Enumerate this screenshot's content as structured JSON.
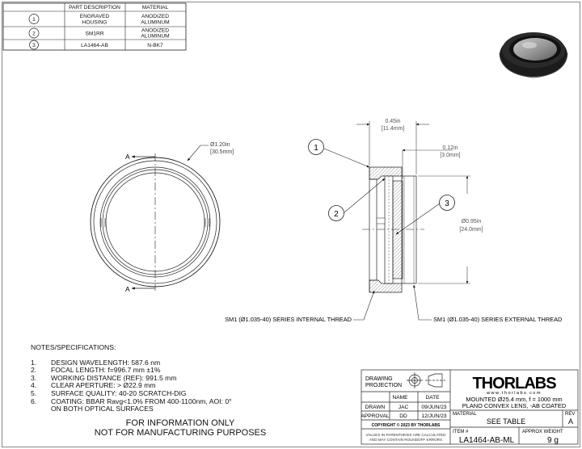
{
  "parts_table": {
    "headers": [
      "PART DESCRIPTION",
      "MATERIAL"
    ],
    "rows": [
      {
        "num": "1",
        "desc": [
          "ENGRAVED",
          "HOUSING"
        ],
        "mat": [
          "ANODIZED",
          "ALUMINUM"
        ]
      },
      {
        "num": "2",
        "desc": [
          "SM1RR"
        ],
        "mat": [
          "ANODIZED",
          "ALUMINUM"
        ]
      },
      {
        "num": "3",
        "desc": [
          "LA1464-AB"
        ],
        "mat": [
          "N-BK7"
        ]
      }
    ]
  },
  "front_view": {
    "dim_in": "Ø1.20in",
    "dim_mm": "[30.5mm]",
    "section_label": "A"
  },
  "section_view": {
    "overall_in": "0.45in",
    "overall_mm": "[11.4mm]",
    "lens_in": "0.12in",
    "lens_mm": "[3.0mm]",
    "dia_in": "Ø0.95in",
    "dia_mm": "[24.0mm]",
    "balloons": [
      "1",
      "2",
      "3"
    ],
    "internal_thread": "SM1 (Ø1.035-40) SERIES INTERNAL THREAD",
    "external_thread": "SM1 (Ø1.035-40) SERIES EXTERNAL THREAD"
  },
  "notes": {
    "title": "NOTES/SPECIFICATIONS:",
    "items": [
      {
        "num": "1.",
        "text": "DESIGN WAVELENGTH: 587.6 nm"
      },
      {
        "num": "2.",
        "text": "FOCAL LENGTH: f=996.7 mm ±1%"
      },
      {
        "num": "3.",
        "text": "WORKING DISTANCE (REF): 991.5 mm"
      },
      {
        "num": "4.",
        "text": "CLEAR APERTURE: > Ø22.9 mm"
      },
      {
        "num": "5.",
        "text": "SURFACE QUALITY: 40-20 SCRATCH-DIG"
      },
      {
        "num": "6.",
        "text": "COATING: BBAR Ravg<1.0% FROM 400-1100nm, AOI: 0°"
      },
      {
        "num": "",
        "text": "ON BOTH OPTICAL SURFACES"
      }
    ]
  },
  "info": [
    "FOR INFORMATION ONLY",
    "NOT FOR MANUFACTURING PURPOSES"
  ],
  "title_block": {
    "drawing_projection": [
      "DRAWING",
      "PROJECTION"
    ],
    "logo": "THORLABS",
    "website": "www.thorlabs.com",
    "name_header": "NAME",
    "date_header": "DATE",
    "drawn_label": "DRAWN",
    "drawn_name": "JAC",
    "drawn_date": "09/JUN/23",
    "approval_label": "APPROVAL",
    "approval_name": "DD",
    "approval_date": "12/JUN/23",
    "description": [
      "MOUNTED Ø25.4 mm, f = 1000 mm",
      "PLANO CONVEX LENS, -AB COATED"
    ],
    "copyright": "COPYRIGHT © 2023 BY THORLABS",
    "values_note": [
      "VALUES IN PARENTHESIS ARE CALCULATED",
      "AND MAY CONTAIN ROUNDOFF ERRORS"
    ],
    "material_label": "MATERIAL",
    "material_value": "SEE TABLE",
    "rev_label": "REV",
    "rev_value": "A",
    "item_label": "ITEM #",
    "item_value": "LA1464-AB-ML",
    "weight_label": "APPROX WEIGHT",
    "weight_value": "9 g"
  }
}
